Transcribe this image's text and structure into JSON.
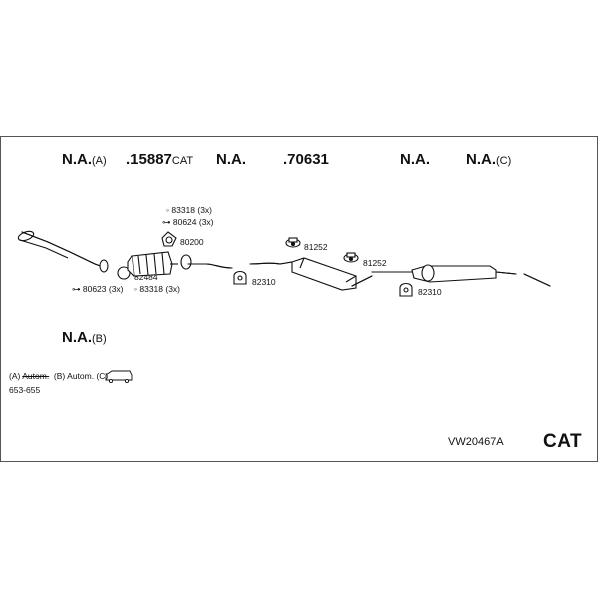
{
  "headers": [
    {
      "id": "h1",
      "code": "N.A.",
      "suffix": "(A)"
    },
    {
      "id": "h2",
      "code": ".15887",
      "suffix": "CAT"
    },
    {
      "id": "h3",
      "code": "N.A.",
      "suffix": ""
    },
    {
      "id": "h4",
      "code": ".70631",
      "suffix": ""
    },
    {
      "id": "h5",
      "code": "N.A.",
      "suffix": ""
    },
    {
      "id": "h6",
      "code": "N.A.",
      "suffix": "(C)"
    },
    {
      "id": "h7",
      "code": "N.A.",
      "suffix": "(B)"
    }
  ],
  "part_labels": {
    "p83318_top": "83318 (3x)",
    "p80624": "80624 (3x)",
    "p80200": "80200",
    "p82484": "82484",
    "p80623": "80623 (3x)",
    "p83318_bottom": "83318 (3x)",
    "p82310_a": "82310",
    "p81252_a": "81252",
    "p81252_b": "81252",
    "p82310_b": "82310"
  },
  "legend": {
    "a": "(A)",
    "a_text": "Autom.",
    "b": "(B) Autom.",
    "c": "(C)",
    "years": "653-655",
    "car_icon": "estate-car-icon"
  },
  "footer": {
    "kit_code": "VW20467A",
    "type": "CAT"
  }
}
